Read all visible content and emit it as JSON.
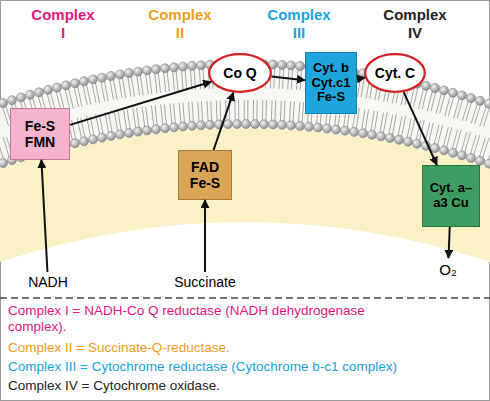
{
  "diagram": {
    "nodes": [
      {
        "text": [
          "Fe-S FMN"
        ]
      },
      {
        "text": [
          "Co Q"
        ]
      },
      {
        "text": [
          "Cyt. b Cyt.c1 Fe-S"
        ]
      },
      {
        "text": [
          "Cyt. C"
        ]
      },
      {
        "text": [
          "FAD Fe-S"
        ]
      },
      {
        "text": [
          "Cyt. a–a3 Cu"
        ]
      },
      {
        "text": [
          "NADH"
        ]
      },
      {
        "text": [
          "Succinate"
        ]
      },
      {
        "text": [
          "O₂"
        ]
      }
    ],
    "edges": [
      {
        "from": 6,
        "to": 0,
        "arrow": "to"
      },
      {
        "from": 0,
        "to": 1,
        "arrow": "to"
      },
      {
        "from": 7,
        "to": 4,
        "arrow": "to"
      },
      {
        "from": 4,
        "to": 1,
        "arrow": "to"
      },
      {
        "from": 1,
        "to": 2,
        "arrow": "to"
      },
      {
        "from": 2,
        "to": 3,
        "arrow": "to"
      },
      {
        "from": 3,
        "to": 5,
        "arrow": "to"
      },
      {
        "from": 5,
        "to": 8,
        "arrow": "to"
      }
    ],
    "labels": [
      "Complex I",
      "Complex II",
      "Complex III",
      "Complex IV",
      "Complex I = NADH-Co Q reductase (NADH dehydrogenase complex).",
      "Complex II = Succinate-Q-reductase.",
      "Complex III = Cytochrome reductase (Cytochrome b-c1 complex)",
      "Complex IV = Cytochrome oxidase."
    ]
  }
}
